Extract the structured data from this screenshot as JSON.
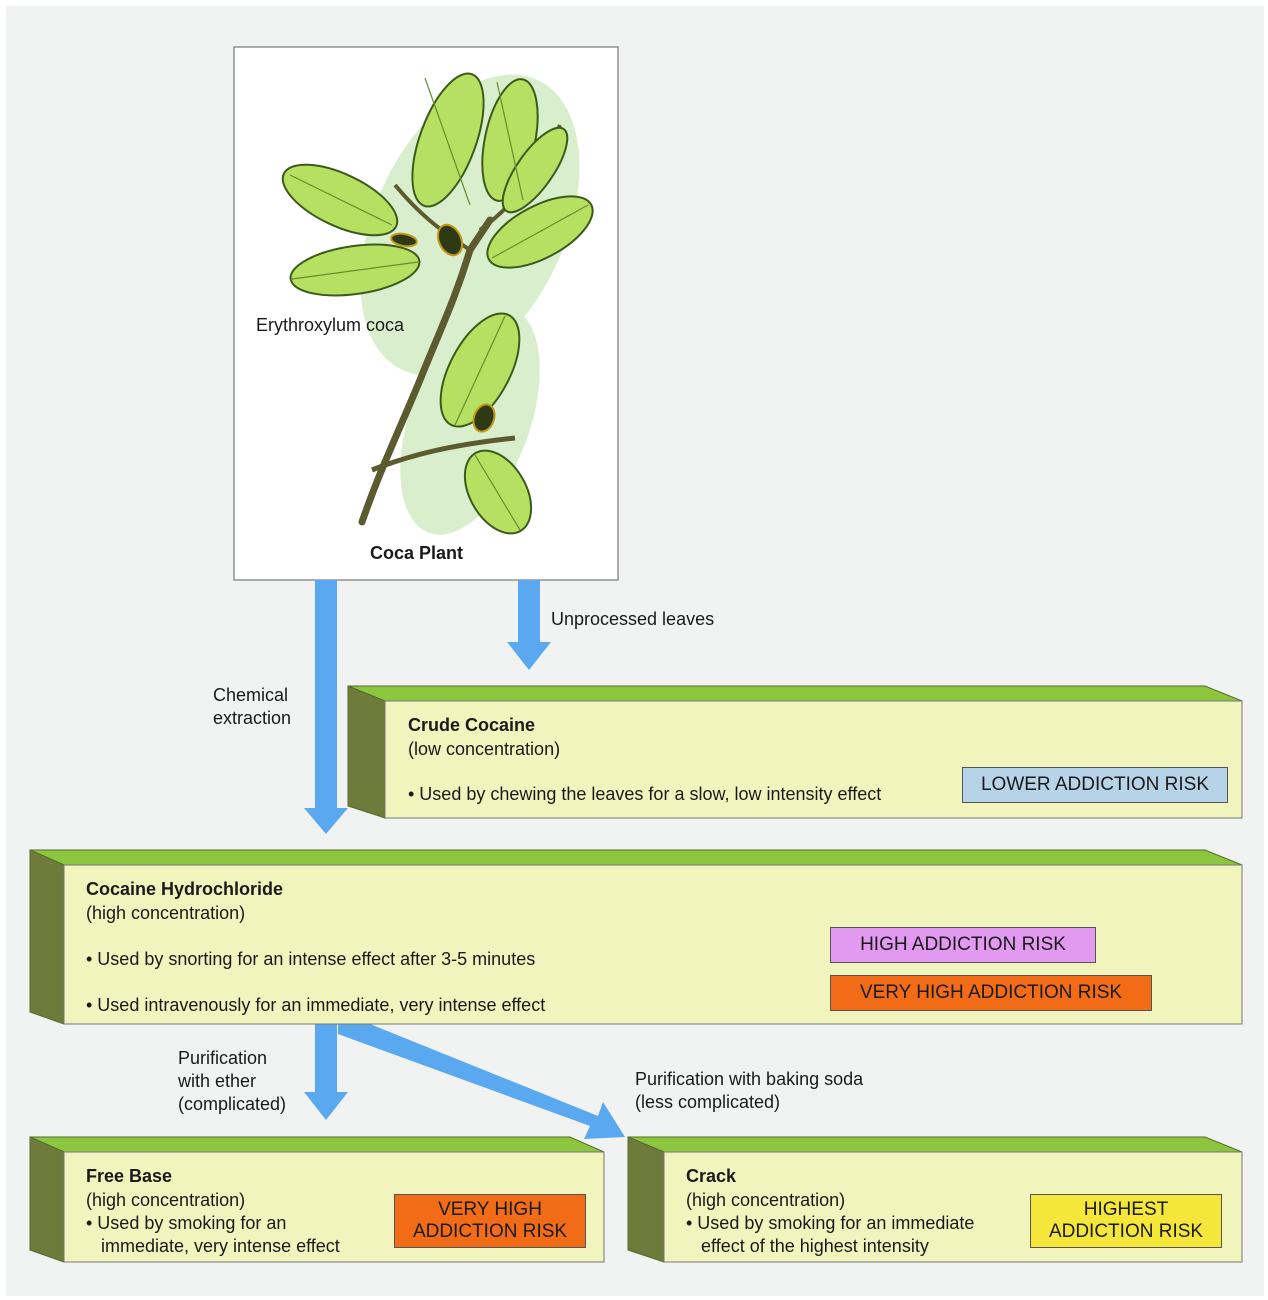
{
  "colors": {
    "background": "#f1f2f2",
    "arrow": "#5aa9f0",
    "box_face": "#f2f4be",
    "box_top": "#8cc63f",
    "box_side": "#6e7b3a",
    "lower_risk": "#b7d3e8",
    "high_risk": "#e19af0",
    "very_high_risk": "#f26c17",
    "highest_risk": "#f4e73a"
  },
  "plant": {
    "species_label": "Erythroxylum coca",
    "title": "Coca Plant"
  },
  "arrows": {
    "chemical_extraction": "Chemical\nextraction",
    "unprocessed_leaves": "Unprocessed leaves",
    "ether": "Purification\nwith ether\n(complicated)",
    "baking_soda": "Purification with baking soda\n(less complicated)"
  },
  "crude": {
    "title": "Crude Cocaine",
    "subtitle": "(low concentration)",
    "bullet1": "• Used by chewing the leaves for a slow, low intensity effect",
    "risk": "LOWER ADDICTION RISK"
  },
  "hydrochloride": {
    "title": "Cocaine Hydrochloride",
    "subtitle": "(high concentration)",
    "bullet1": "• Used by snorting for an intense effect after 3-5 minutes",
    "bullet2": "• Used intravenously for an immediate, very intense effect",
    "risk1": "HIGH ADDICTION RISK",
    "risk2": "VERY HIGH ADDICTION RISK"
  },
  "freebase": {
    "title": "Free Base",
    "subtitle": "(high concentration)",
    "bullet1": "• Used by smoking for an\n   immediate, very intense effect",
    "risk": "VERY HIGH\nADDICTION RISK"
  },
  "crack": {
    "title": "Crack",
    "subtitle": "(high concentration)",
    "bullet1": "• Used by smoking for an immediate\n   effect of the highest intensity",
    "risk": "HIGHEST\nADDICTION RISK"
  }
}
